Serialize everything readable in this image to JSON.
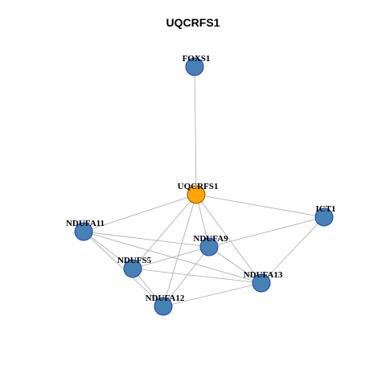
{
  "title": "UQCRFS1",
  "colors": {
    "node_default": "#4682b4",
    "node_default_border": "#1f3fbf",
    "node_center": "#ffa500",
    "node_center_border": "#8a5a00",
    "edge": "#a9a9a9"
  },
  "nodes": [
    {
      "id": "FOXS1",
      "label": "FOXS1",
      "center": false
    },
    {
      "id": "UQCRFS1",
      "label": "UQCRFS1",
      "center": true
    },
    {
      "id": "ICT1",
      "label": "ICT1",
      "center": false
    },
    {
      "id": "NDUFA11",
      "label": "NDUFA11",
      "center": false
    },
    {
      "id": "NDUFA9",
      "label": "NDUFA9",
      "center": false
    },
    {
      "id": "NDUFS5",
      "label": "NDUFS5",
      "center": false
    },
    {
      "id": "NDUFA13",
      "label": "NDUFA13",
      "center": false
    },
    {
      "id": "NDUFA12",
      "label": "NDUFA12",
      "center": false
    }
  ],
  "edges": [
    [
      "FOXS1",
      "UQCRFS1"
    ],
    [
      "UQCRFS1",
      "NDUFA11"
    ],
    [
      "UQCRFS1",
      "ICT1"
    ],
    [
      "UQCRFS1",
      "NDUFA9"
    ],
    [
      "UQCRFS1",
      "NDUFS5"
    ],
    [
      "UQCRFS1",
      "NDUFA13"
    ],
    [
      "UQCRFS1",
      "NDUFA12"
    ],
    [
      "NDUFA11",
      "NDUFA9"
    ],
    [
      "NDUFA11",
      "NDUFS5"
    ],
    [
      "NDUFA11",
      "NDUFA12"
    ],
    [
      "NDUFA11",
      "NDUFA13"
    ],
    [
      "ICT1",
      "NDUFA9"
    ],
    [
      "ICT1",
      "NDUFA13"
    ],
    [
      "NDUFA9",
      "NDUFS5"
    ],
    [
      "NDUFA9",
      "NDUFA13"
    ],
    [
      "NDUFA9",
      "NDUFA12"
    ],
    [
      "NDUFS5",
      "NDUFA13"
    ],
    [
      "NDUFS5",
      "NDUFA12"
    ],
    [
      "NDUFA13",
      "NDUFA12"
    ]
  ]
}
